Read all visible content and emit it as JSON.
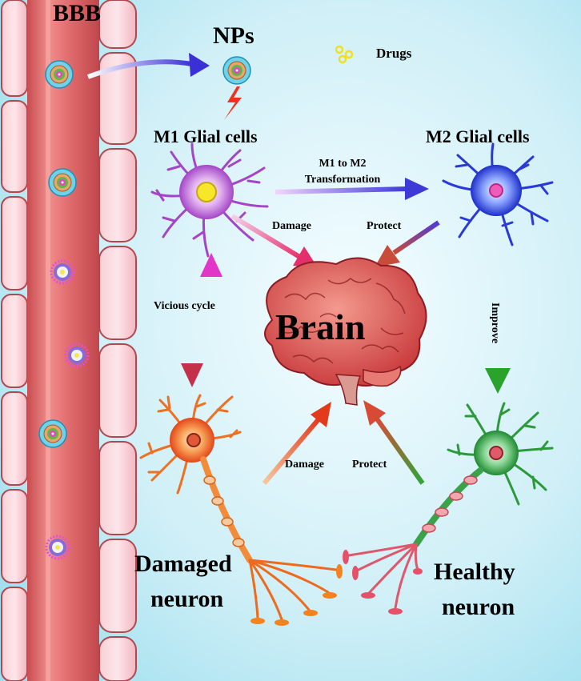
{
  "labels": {
    "bbb": "BBB",
    "nps": "NPs",
    "drugs": "Drugs",
    "m1": "M1 Glial cells",
    "m2": "M2 Glial cells",
    "transform_line1": "M1 to M2",
    "transform_line2": "Transformation",
    "damage_top": "Damage",
    "protect_top": "Protect",
    "vicious": "Vicious cycle",
    "improve": "Improve",
    "brain": "Brain",
    "damage_bottom": "Damage",
    "protect_bottom": "Protect",
    "damaged_line1": "Damaged",
    "damaged_line2": "neuron",
    "healthy_line1": "Healthy",
    "healthy_line2": "neuron"
  },
  "colors": {
    "background_light": "#eefbfd",
    "background_mid": "#a9e6f2",
    "vessel": "#e8807f",
    "vessel_dark": "#c74a4c",
    "cell_outline": "#b04850",
    "m1_glia": "#c06ad6",
    "m2_glia": "#3a4be0",
    "damaged_neuron": "#f07a20",
    "healthy_neuron": "#2c9a3a",
    "brain": "#e0554f",
    "drug_dot": "#f0e020"
  }
}
